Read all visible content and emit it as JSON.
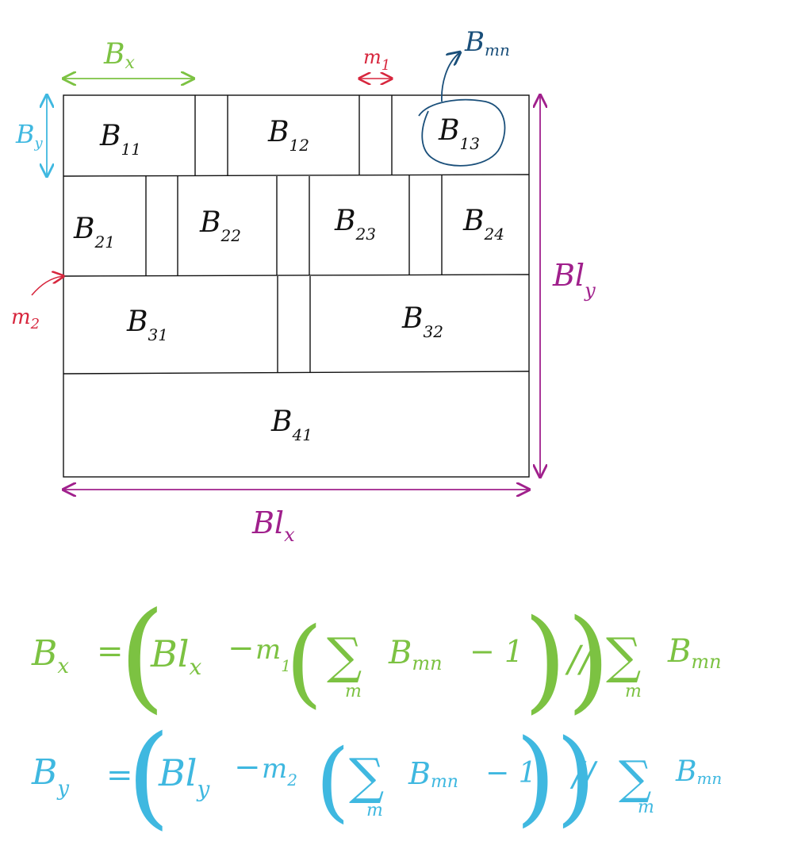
{
  "colors": {
    "outline": "#111111",
    "green": "#7cc242",
    "cyan": "#3fb8e0",
    "purple": "#a0208c",
    "red": "#d7263d",
    "navy": "#1a4f7a"
  },
  "labels": {
    "bx": {
      "main": "B",
      "sub": "x"
    },
    "by": {
      "main": "B",
      "sub": "y"
    },
    "m1": {
      "main": "m",
      "sub": "1"
    },
    "m2": {
      "main": "m",
      "sub": "2"
    },
    "bmn": {
      "main": "B",
      "sub": "mn"
    },
    "blx": {
      "main": "Bl",
      "sub": "x"
    },
    "bly": {
      "main": "Bl",
      "sub": "y"
    }
  },
  "blocks": [
    {
      "main": "B",
      "sub": "11"
    },
    {
      "main": "B",
      "sub": "12"
    },
    {
      "main": "B",
      "sub": "13"
    },
    {
      "main": "B",
      "sub": "21"
    },
    {
      "main": "B",
      "sub": "22"
    },
    {
      "main": "B",
      "sub": "23"
    },
    {
      "main": "B",
      "sub": "24"
    },
    {
      "main": "B",
      "sub": "31"
    },
    {
      "main": "B",
      "sub": "32"
    },
    {
      "main": "B",
      "sub": "41"
    }
  ],
  "formulas": {
    "x": {
      "lhs_main": "B",
      "lhs_sub": "x",
      "eq": "=",
      "open": "(",
      "term1_main": "Bl",
      "term1_sub": "x",
      "minus": "−",
      "m_main": "m",
      "m_sub": "1",
      "inner_open": "(",
      "sigma": "∑",
      "sigma_sub": "m",
      "b_main": "B",
      "b_sub": "mn",
      "minus_one": "− 1",
      "close": "))",
      "div": "//",
      "sigma2": "∑",
      "sigma2_sub": "m",
      "b2_main": "B",
      "b2_sub": "mn"
    },
    "y": {
      "lhs_main": "B",
      "lhs_sub": "y",
      "eq": "=",
      "open": "(",
      "term1_main": "Bl",
      "term1_sub": "y",
      "minus": "−",
      "m_main": "m",
      "m_sub": "2",
      "inner_open": "(",
      "sigma": "∑",
      "sigma_sub": "m",
      "b_main": "B",
      "b_sub": "mn",
      "minus_one": "− 1",
      "close": "))",
      "div": "//",
      "sigma2": "∑",
      "sigma2_sub": "m",
      "b2_main": "B",
      "b2_sub": "mn"
    }
  }
}
